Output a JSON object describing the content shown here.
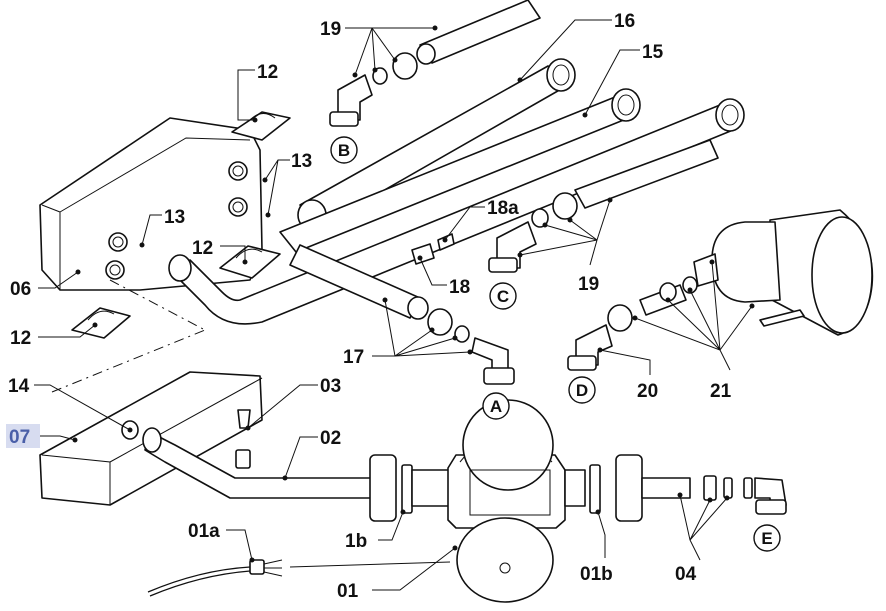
{
  "labels": {
    "l19_top": "19",
    "l16": "16",
    "l15": "15",
    "l12_top": "12",
    "l13_a": "13",
    "l13_b": "13",
    "l18a": "18a",
    "l12_mid": "12",
    "l18": "18",
    "l19_right": "19",
    "l06": "06",
    "l12_left": "12",
    "l17": "17",
    "l14": "14",
    "l03": "03",
    "l07": "07",
    "l02": "02",
    "l20": "20",
    "l21": "21",
    "l01a": "01a",
    "l1b": "1b",
    "l01b": "01b",
    "l04": "04",
    "l01": "01"
  },
  "connectors": {
    "A": "A",
    "B": "B",
    "C": "C",
    "D": "D",
    "E": "E"
  },
  "colors": {
    "highlight_label": "#4a5fa8",
    "highlight_background": "#d7dcf0",
    "line": "#111111"
  }
}
